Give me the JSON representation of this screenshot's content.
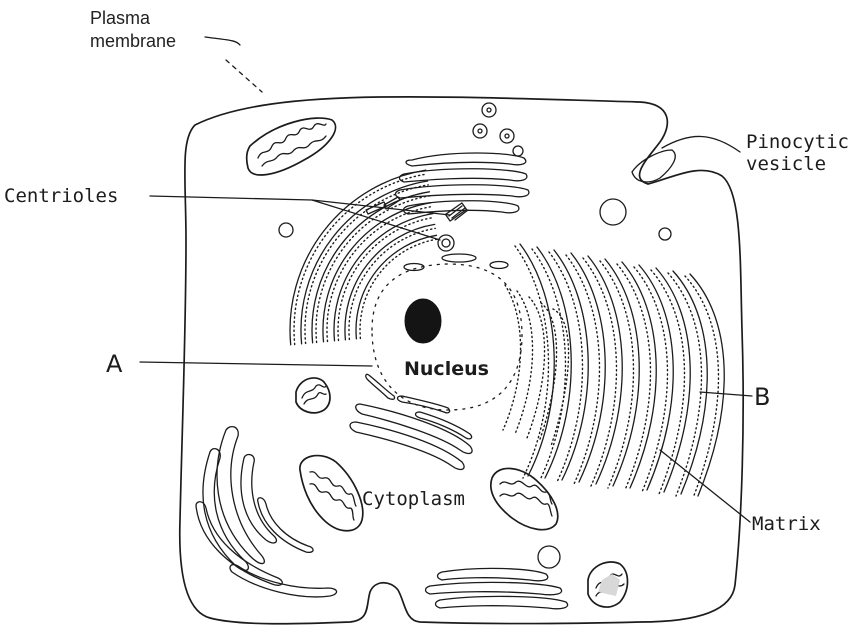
{
  "labels": {
    "plasma_membrane_line1": "Plasma",
    "plasma_membrane_line2": "membrane",
    "pinocytic_line1": "Pinocytic",
    "pinocytic_line2": "vesicle",
    "centrioles": "Centrioles",
    "a": "A",
    "b": "B",
    "nucleus": "Nucleus",
    "cytoplasm": "Cytoplasm",
    "matrix": "Matrix"
  }
}
